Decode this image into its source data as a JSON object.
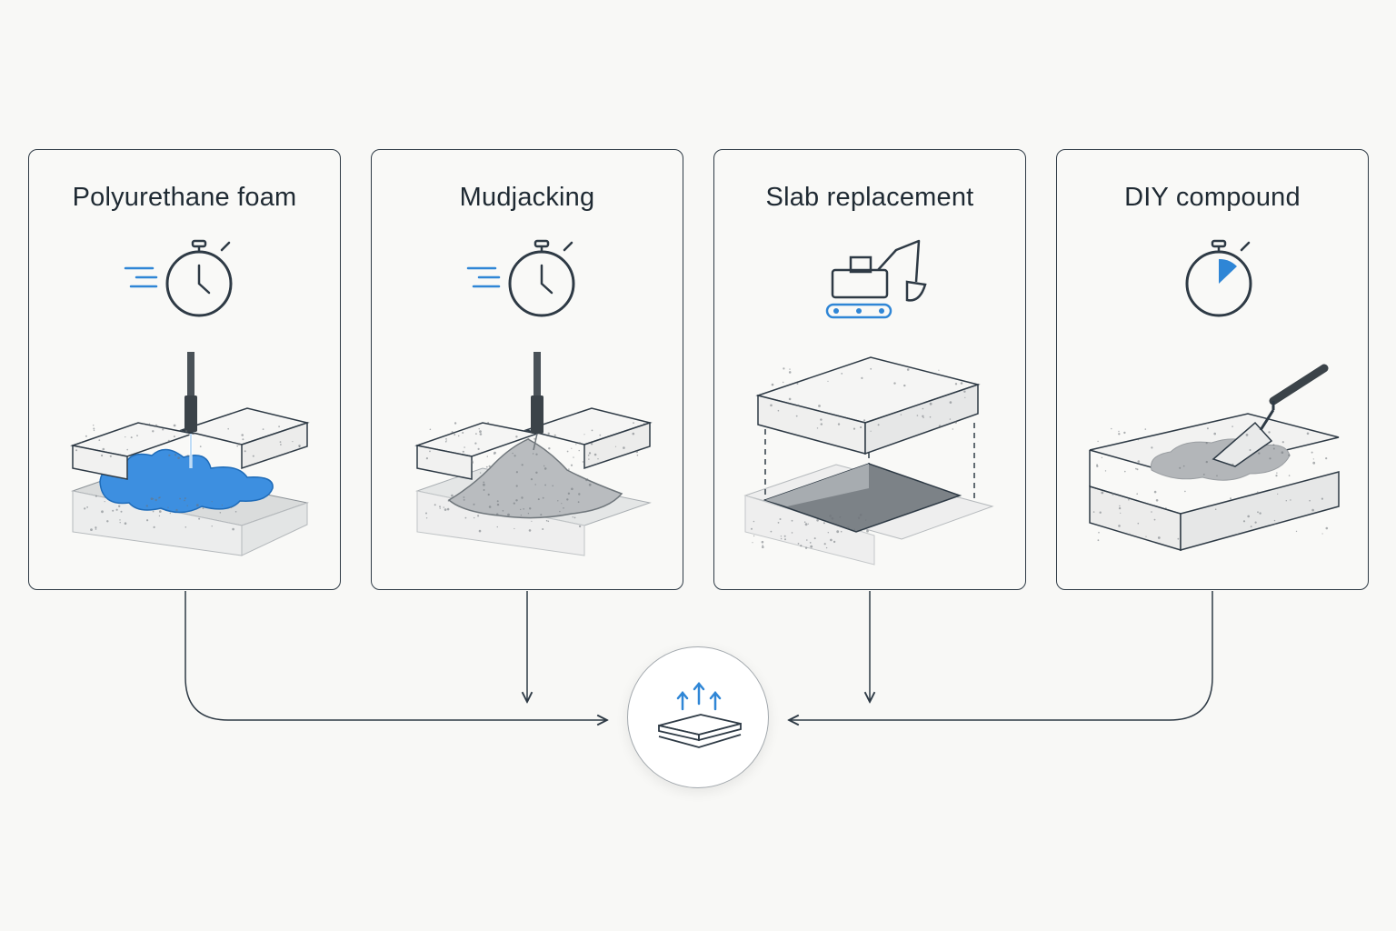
{
  "colors": {
    "stroke": "#2e3a45",
    "accent": "#2f86d6",
    "foam": "#3d8fe0",
    "grout": "#b9bcbf"
  },
  "methods": [
    {
      "title": "Polyurethane foam",
      "speed_icon": "fast-stopwatch-icon",
      "illustration": "foam-injection-illustration"
    },
    {
      "title": "Mudjacking",
      "speed_icon": "fast-stopwatch-icon",
      "illustration": "mudjacking-illustration"
    },
    {
      "title": "Slab replacement",
      "speed_icon": "excavator-icon",
      "illustration": "slab-replacement-illustration"
    },
    {
      "title": "DIY compound",
      "speed_icon": "partial-stopwatch-icon",
      "illustration": "trowel-patch-illustration"
    }
  ],
  "outcome": {
    "icon": "leveled-slab-icon"
  }
}
